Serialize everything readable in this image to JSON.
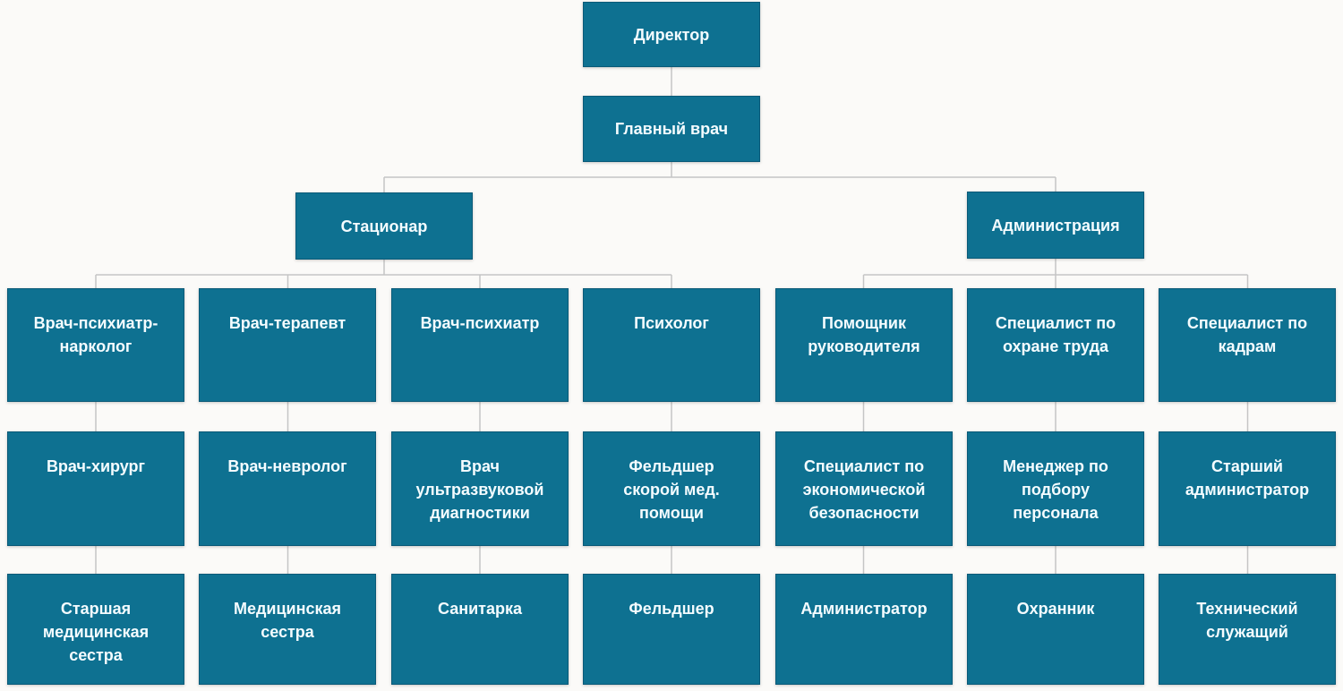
{
  "colors": {
    "node_fill": "#0e7191",
    "node_border": "#0a5a78",
    "node_text": "#f4fcff",
    "connector": "#c5c5c5",
    "background": "#fbfaf8"
  },
  "org": {
    "director": {
      "label": "Директор"
    },
    "chief_doctor": {
      "label": "Главный врач"
    },
    "branches": [
      {
        "label": "Стационар",
        "columns": [
          {
            "top": "Врач-психиатр-нарколог",
            "middle": "Врач-хирург",
            "bottom": "Старшая медицинская сестра"
          },
          {
            "top": "Врач-терапевт",
            "middle": "Врач-невролог",
            "bottom": "Медицинская сестра"
          },
          {
            "top": "Врач-психиатр",
            "middle": "Врач ультразвуковой диагностики",
            "bottom": "Санитарка"
          },
          {
            "top": "Психолог",
            "middle": "Фельдшер скорой мед. помощи",
            "bottom": "Фельдшер"
          }
        ]
      },
      {
        "label": "Администрация",
        "columns": [
          {
            "top": "Помощник руководителя",
            "middle": "Специалист по экономической безопасности",
            "bottom": "Администратор"
          },
          {
            "top": "Специалист по охране труда",
            "middle": "Менеджер по подбору персонала",
            "bottom": "Охранник"
          },
          {
            "top": "Специалист по кадрам",
            "middle": "Старший администратор",
            "bottom": "Технический служащий"
          }
        ]
      }
    ]
  }
}
